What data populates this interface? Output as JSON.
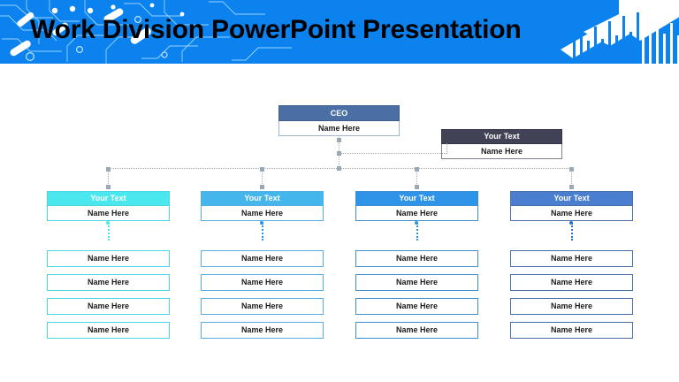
{
  "banner": {
    "title": "Work Division PowerPoint Presentation",
    "background_color": "#0b82ee",
    "title_color": "#000000",
    "decoration_left": "circuit-lines-graphic",
    "decoration_right": "arrow-bars-graphic"
  },
  "chart": {
    "type": "org-chart",
    "root": {
      "title": "CEO",
      "name": "Name Here",
      "header_color": "#4a6fa5"
    },
    "assistant": {
      "title": "Your Text",
      "name": "Name Here",
      "header_color": "#414256"
    },
    "departments": [
      {
        "title": "Your Text",
        "name": "Name Here",
        "header_color": "#4ae8ee",
        "border_color": "#49d6e0",
        "leaves": [
          "Name Here",
          "Name Here",
          "Name Here",
          "Name Here"
        ]
      },
      {
        "title": "Your Text",
        "name": "Name Here",
        "header_color": "#45b6ec",
        "border_color": "#55aedd",
        "leaves": [
          "Name Here",
          "Name Here",
          "Name Here",
          "Name Here"
        ]
      },
      {
        "title": "Your Text",
        "name": "Name Here",
        "header_color": "#2f94e8",
        "border_color": "#3f8fcf",
        "leaves": [
          "Name Here",
          "Name Here",
          "Name Here",
          "Name Here"
        ]
      },
      {
        "title": "Your Text",
        "name": "Name Here",
        "header_color": "#4a7fd0",
        "border_color": "#4a6fa5",
        "leaves": [
          "Name Here",
          "Name Here",
          "Name Here",
          "Name Here"
        ]
      }
    ],
    "connector_color": "#a8a8a8",
    "connector_node_color": "#9aa7b4"
  }
}
